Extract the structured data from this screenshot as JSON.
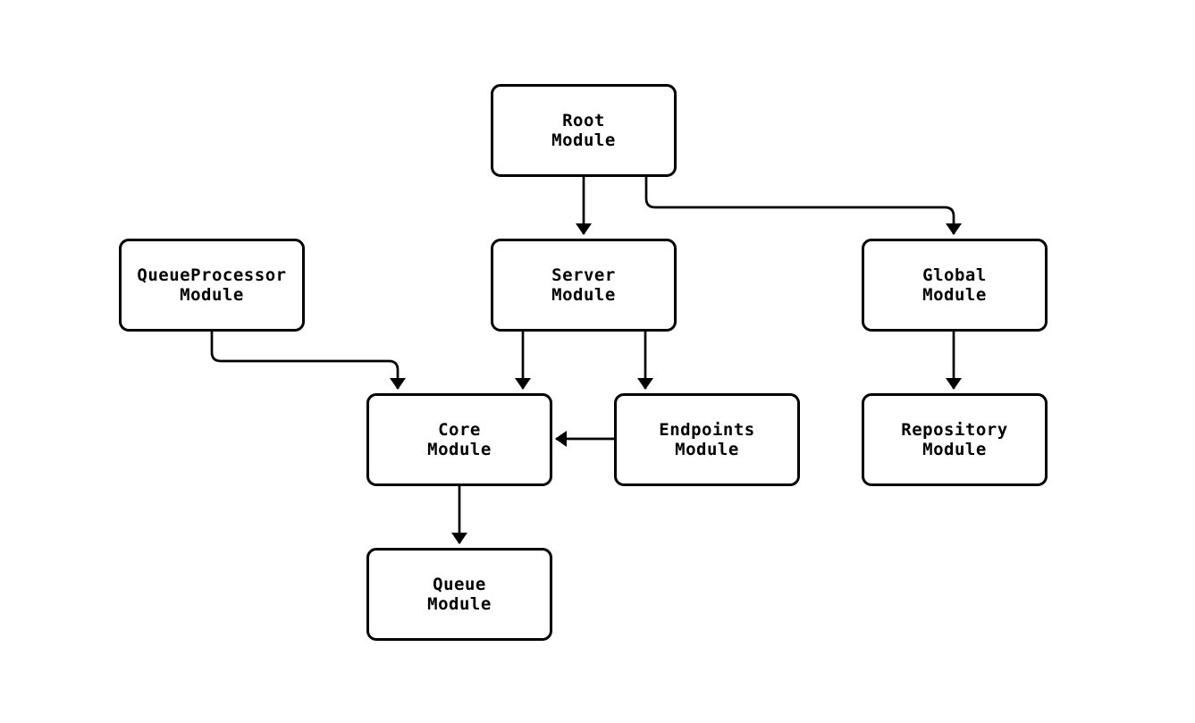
{
  "diagram": {
    "type": "module-dependency-flowchart",
    "background_color": "#ffffff",
    "node_fill": "#ffffff",
    "node_border_color": "#000000",
    "text_color": "#000000",
    "edge_color": "#000000",
    "nodes": [
      {
        "id": "root",
        "label": "Root\nModule"
      },
      {
        "id": "queueprocessor",
        "label": "QueueProcessor\nModule"
      },
      {
        "id": "server",
        "label": "Server\nModule"
      },
      {
        "id": "global",
        "label": "Global\nModule"
      },
      {
        "id": "core",
        "label": "Core\nModule"
      },
      {
        "id": "endpoints",
        "label": "Endpoints\nModule"
      },
      {
        "id": "repository",
        "label": "Repository\nModule"
      },
      {
        "id": "queue",
        "label": "Queue\nModule"
      }
    ],
    "edges": [
      {
        "from": "Root Module",
        "to": "Server Module"
      },
      {
        "from": "Root Module",
        "to": "Global Module"
      },
      {
        "from": "QueueProcessor Module",
        "to": "Core Module"
      },
      {
        "from": "Server Module",
        "to": "Core Module"
      },
      {
        "from": "Server Module",
        "to": "Endpoints Module"
      },
      {
        "from": "Endpoints Module",
        "to": "Core Module"
      },
      {
        "from": "Core Module",
        "to": "Queue Module"
      },
      {
        "from": "Global Module",
        "to": "Repository Module"
      }
    ]
  }
}
